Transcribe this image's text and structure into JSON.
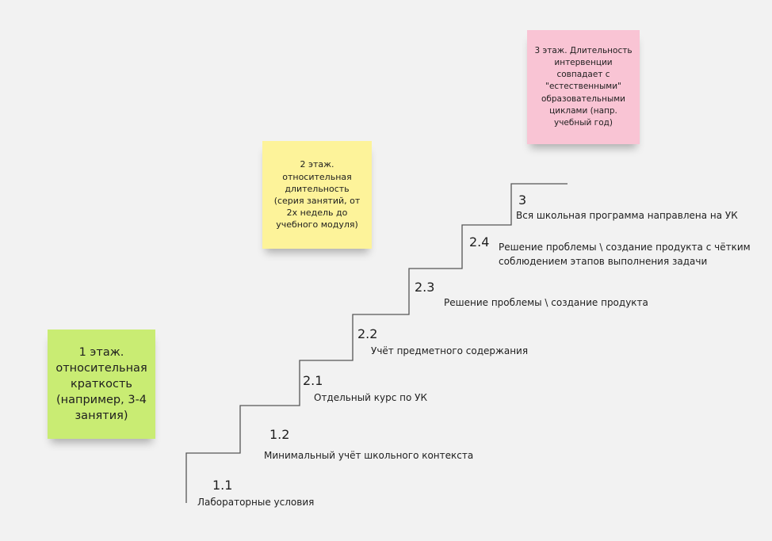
{
  "notes": {
    "green": "1 этаж. относительная краткость (например, 3-4 занятия)",
    "yellow": "2 этаж. относительная длительность (серия занятий, от 2х недель до учебного модуля)",
    "pink": "3 этаж. Длительность интервенции совпадает с \"естественными\" образовательными циклами (напр. учебный год)"
  },
  "steps": [
    {
      "number": "1.1",
      "label": "Лабораторные условия"
    },
    {
      "number": "1.2",
      "label": "Минимальный учёт школьного контекста"
    },
    {
      "number": "2.1",
      "label": "Отдельный курс по УК"
    },
    {
      "number": "2.2",
      "label": "Учёт предметного содержания"
    },
    {
      "number": "2.3",
      "label": "Решение проблемы \\ создание продукта"
    },
    {
      "number": "2.4",
      "label": "Решение проблемы \\ создание продукта с чётким соблюдением этапов выполнения задачи"
    },
    {
      "number": "3",
      "label": "Вся школьная программа направлена на УК"
    }
  ],
  "colors": {
    "green_note": "#c9ec73",
    "yellow_note": "#fdf39a",
    "pink_note": "#f9c4d4",
    "line": "#555555"
  }
}
